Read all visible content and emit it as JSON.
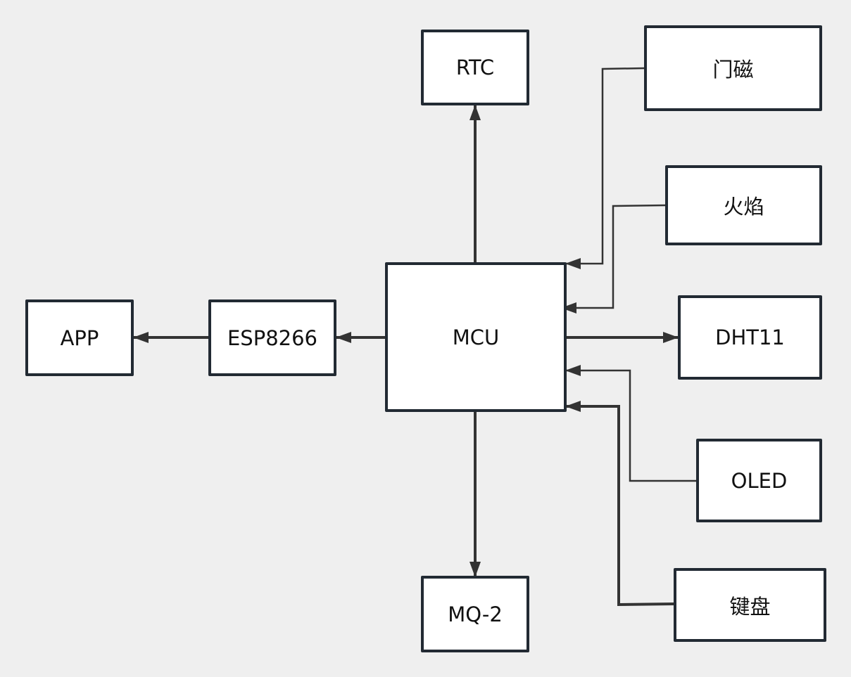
{
  "diagram": {
    "nodes": {
      "rtc": "RTC",
      "mcu": "MCU",
      "mq2": "MQ-2",
      "esp8266": "ESP8266",
      "app": "APP",
      "door_sensor": "门磁",
      "flame": "火焰",
      "dht11": "DHT11",
      "oled": "OLED",
      "keypad": "键盘"
    },
    "edges": [
      {
        "from": "MCU",
        "to": "RTC"
      },
      {
        "from": "MCU",
        "to": "MQ-2"
      },
      {
        "from": "MCU",
        "to": "ESP8266"
      },
      {
        "from": "ESP8266",
        "to": "APP"
      },
      {
        "from": "MCU",
        "to": "DHT11"
      },
      {
        "from": "门磁",
        "to": "MCU"
      },
      {
        "from": "火焰",
        "to": "MCU"
      },
      {
        "from": "OLED",
        "to": "MCU"
      },
      {
        "from": "键盘",
        "to": "MCU"
      }
    ],
    "colors": {
      "background": "#efefef",
      "box_border": "#222a33",
      "line": "#333333"
    }
  }
}
